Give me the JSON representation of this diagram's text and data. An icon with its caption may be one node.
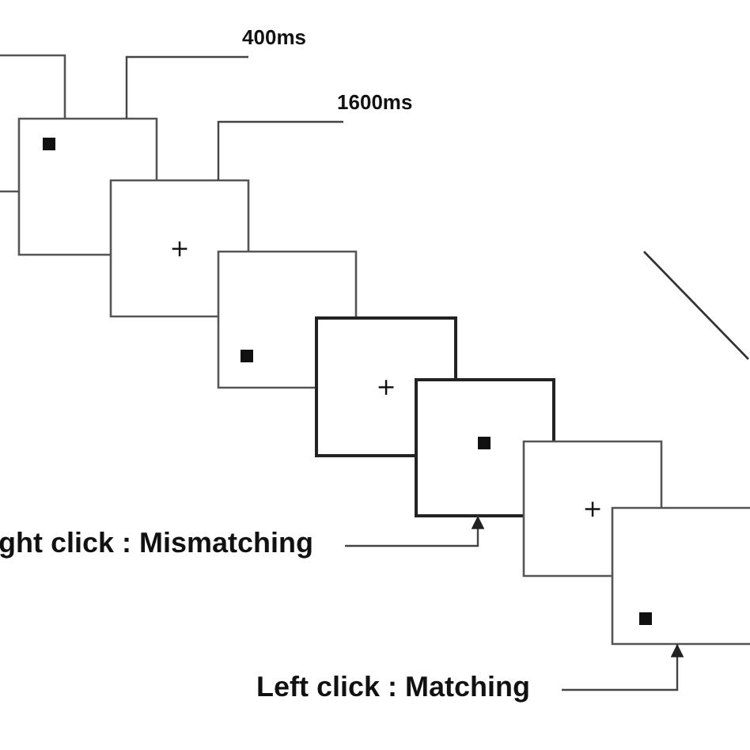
{
  "diagram": {
    "nodes": [
      {
        "text": [],
        "shape": "box"
      },
      {
        "text": [],
        "shape": "box"
      },
      {
        "text": [
          "+"
        ]
      },
      {
        "text": [],
        "shape": "box"
      },
      {
        "text": [
          "+"
        ]
      },
      {
        "text": [],
        "shape": "box"
      },
      {
        "text": [
          "+"
        ]
      },
      {
        "text": [],
        "shape": "box"
      },
      {
        "text": [
          "400ms"
        ]
      },
      {
        "text": [
          "1600ms"
        ]
      },
      {
        "text": [
          "ght click : Mismatching"
        ]
      },
      {
        "text": [
          "Left click : Matching"
        ]
      }
    ],
    "edges": [
      {
        "from": 8,
        "to": 1,
        "arrow": "none"
      },
      {
        "from": 9,
        "to": 2,
        "arrow": "none"
      },
      {
        "from": 10,
        "to": 5,
        "arrow": "to"
      },
      {
        "from": 11,
        "to": 7,
        "arrow": "to"
      }
    ]
  }
}
